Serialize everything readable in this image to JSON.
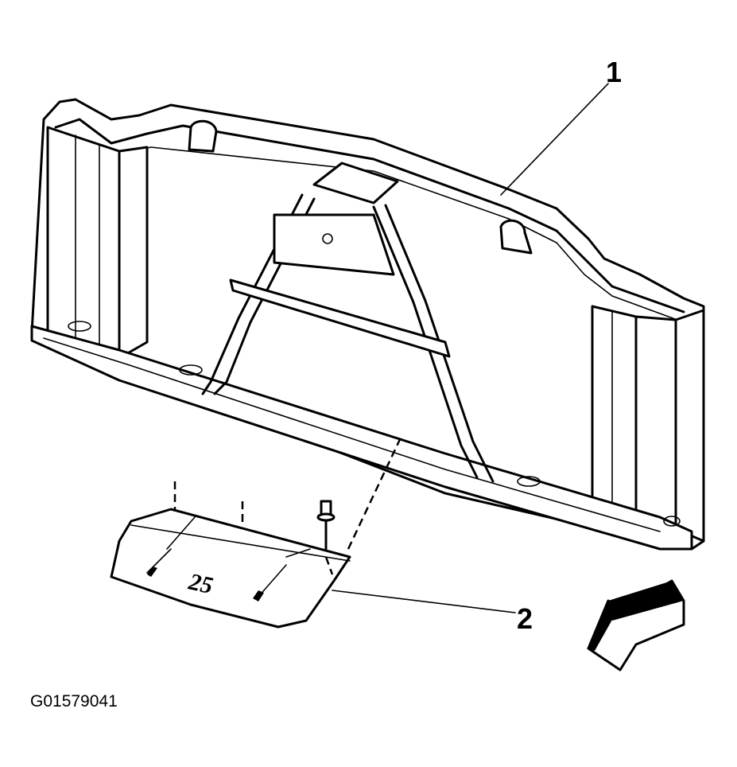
{
  "diagram": {
    "callouts": [
      {
        "id": "1",
        "label": "1"
      },
      {
        "id": "2",
        "label": "2"
      }
    ],
    "part_stamp": "25",
    "figure_id": "G01579041",
    "colors": {
      "line": "#000000",
      "background": "#ffffff"
    },
    "icons": [
      "front-direction-arrow-icon"
    ]
  }
}
